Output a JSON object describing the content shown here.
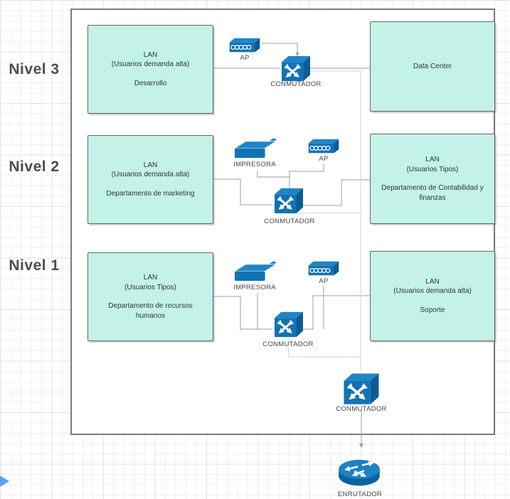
{
  "levels": {
    "n3": "Nivel 3",
    "n2": "Nivel 2",
    "n1": "Nivel 1"
  },
  "boxes": {
    "desarrollo": {
      "title": "LAN",
      "subtitle": "(Usuarios demanda alta)",
      "dept": "Desarrollo"
    },
    "datacenter": {
      "title": "Data Center"
    },
    "marketing": {
      "title": "LAN",
      "subtitle": "(Usuarios demanda alta)",
      "dept": "Departamento de marketing"
    },
    "contabilidad": {
      "title": "LAN",
      "subtitle": "(Usuarios Tipos)",
      "dept": "Departamento de Contabilidad y finanzas"
    },
    "rrhh": {
      "title": "LAN",
      "subtitle": "(Usuarios Tipos)",
      "dept": "Departamento de recursos humanos"
    },
    "soporte": {
      "title": "LAN",
      "subtitle": "(Usuarios demanda alta)",
      "dept": "Soporte"
    }
  },
  "device_labels": {
    "ap": "AP",
    "printer": "IMPRESORA",
    "switch": "CONMUTADOR",
    "router": "ENRUTADOR"
  },
  "colors": {
    "device_blue_front": "#1272b5",
    "device_blue_top": "#1e86c7",
    "device_blue_side": "#0a5c92",
    "lan_fill": "#c2f2e8",
    "edge_gray": "#9c9c9c",
    "edge_lavender": "#d9c8f4",
    "frame_border": "#7b7b7b",
    "level_text": "#4d4d4d",
    "cursor_blue": "#5ea1f2"
  }
}
